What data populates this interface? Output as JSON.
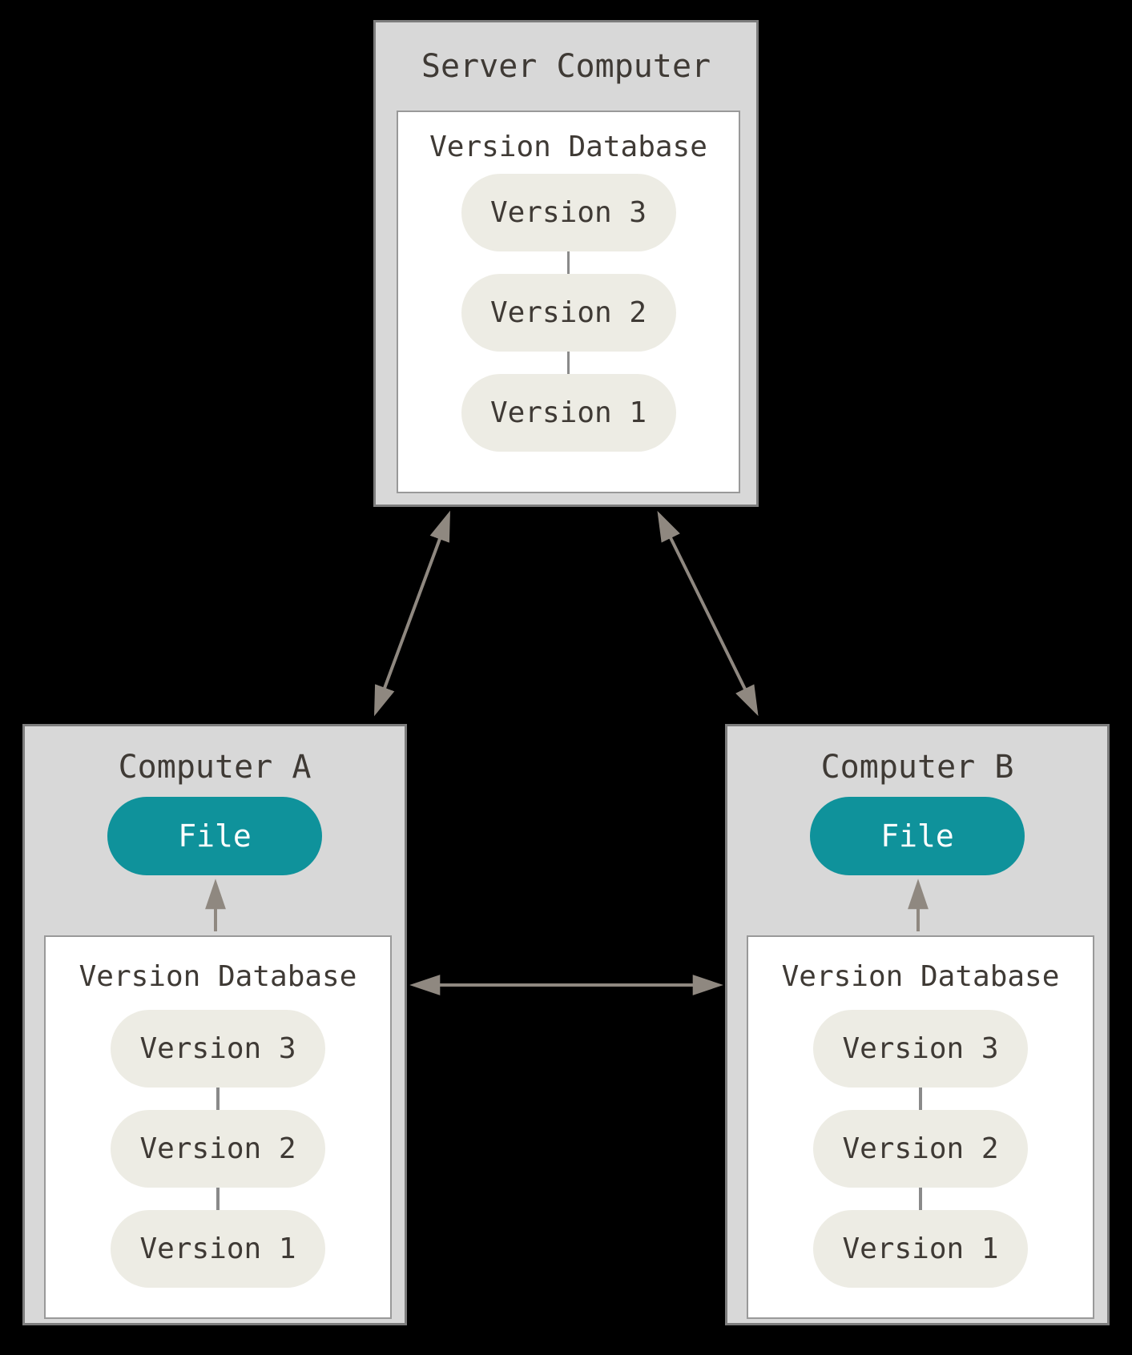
{
  "diagram": {
    "server": {
      "title": "Server Computer",
      "db_title": "Version Database",
      "versions": [
        "Version 3",
        "Version 2",
        "Version 1"
      ]
    },
    "computer_a": {
      "title": "Computer A",
      "file_label": "File",
      "db_title": "Version Database",
      "versions": [
        "Version 3",
        "Version 2",
        "Version 1"
      ]
    },
    "computer_b": {
      "title": "Computer B",
      "file_label": "File",
      "db_title": "Version Database",
      "versions": [
        "Version 3",
        "Version 2",
        "Version 1"
      ]
    }
  },
  "colors": {
    "background": "#000000",
    "box_fill": "#d8d8d8",
    "box_border": "#7d7d7d",
    "inner_fill": "#ffffff",
    "inner_border": "#999999",
    "pill_fill": "#edece4",
    "text_dark": "#3f3a35",
    "file_fill": "#0f929b",
    "file_text": "#ffffff",
    "arrow": "#8f8880"
  }
}
